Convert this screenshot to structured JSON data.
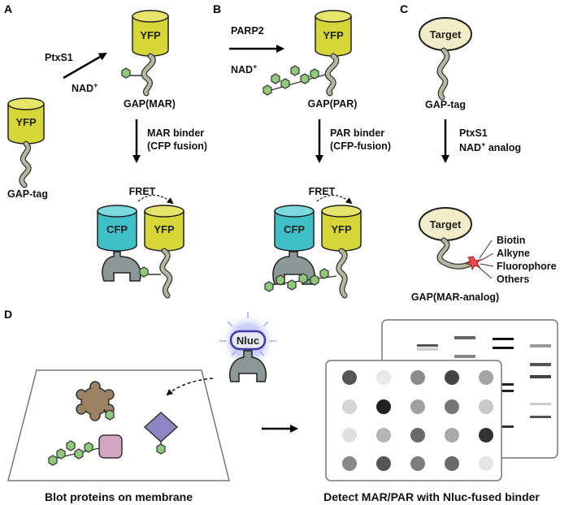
{
  "panels": {
    "a": "A",
    "b": "B",
    "c": "C",
    "d": "D"
  },
  "panel_a": {
    "start_protein": "YFP",
    "start_label": "GAP-tag",
    "enzyme": "PtxS1",
    "cofactor": "NAD",
    "cofactor_sup": "+",
    "product_protein": "YFP",
    "product_label": "GAP(MAR)",
    "binder_line1": "MAR binder",
    "binder_line2": "(CFP fusion)",
    "fret": "FRET",
    "donor": "CFP",
    "acceptor": "YFP"
  },
  "panel_b": {
    "enzyme": "PARP2",
    "cofactor": "NAD",
    "cofactor_sup": "+",
    "product_protein": "YFP",
    "product_label": "GAP(PAR)",
    "binder_line1": "PAR binder",
    "binder_line2": "(CFP-fusion)",
    "fret": "FRET",
    "donor": "CFP",
    "acceptor": "YFP"
  },
  "panel_c": {
    "target": "Target",
    "start_label": "GAP-tag",
    "enzyme": "PtxS1",
    "analog_prefix": "NAD",
    "analog_sup": "+",
    "analog_suffix": " analog",
    "target2": "Target",
    "tags": [
      "Biotin",
      "Alkyne",
      "Fluorophore",
      "Others"
    ],
    "product_label": "GAP(MAR-analog)"
  },
  "panel_d": {
    "probe": "Nluc",
    "caption_left": "Blot proteins on membrane",
    "caption_right": "Detect MAR/PAR with Nluc-fused binder"
  },
  "colors": {
    "yfp": "#d6d638",
    "cfp": "#3fc0c8",
    "modification": "#8fc97a",
    "tail": "#b5b89f",
    "target": "#f3ecc9",
    "binder": "#8c9898",
    "nluc_glow": "#6f7fe0"
  },
  "icons": [
    "arrow-icon",
    "dashed-arrow-icon",
    "star-icon"
  ]
}
